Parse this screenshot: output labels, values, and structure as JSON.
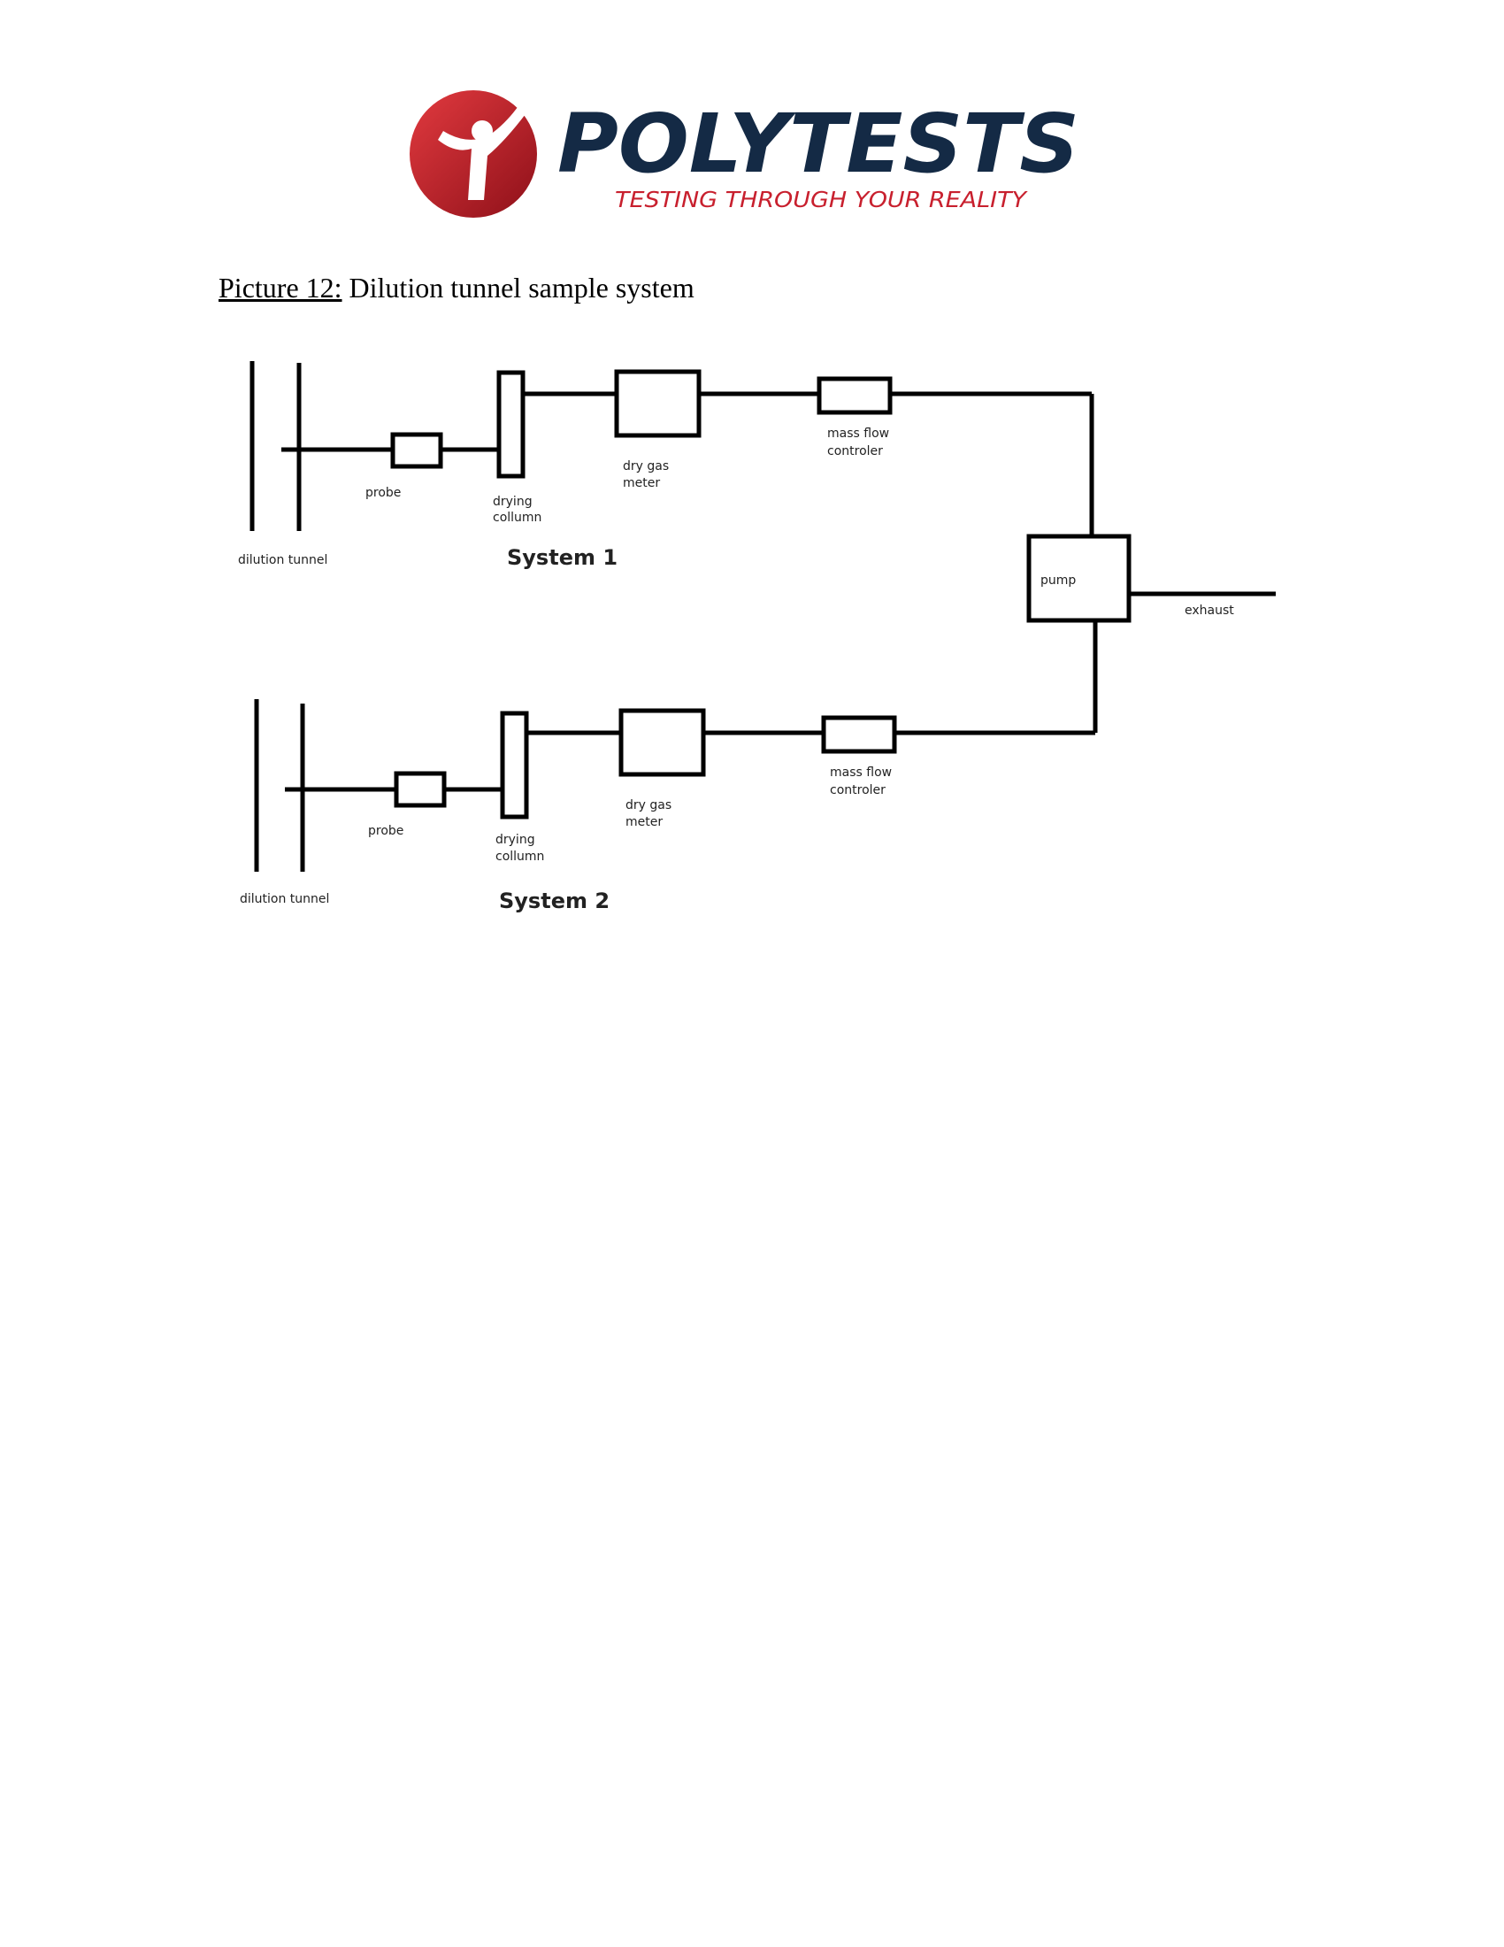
{
  "logo": {
    "brand": "POLYTESTS",
    "tagline": "TESTING THROUGH YOUR REALITY",
    "colors": {
      "red": "#c8202e",
      "navy": "#142a45"
    }
  },
  "caption": {
    "label": "Picture 12:",
    "text": " Dilution tunnel sample system"
  },
  "diagram": {
    "system1": {
      "title": "System 1",
      "dilution_tunnel": "dilution tunnel",
      "probe": "probe",
      "drying_1": "drying",
      "drying_2": "collumn",
      "meter_1": "dry gas",
      "meter_2": "meter",
      "mfc_1": "mass flow",
      "mfc_2": "controler"
    },
    "system2": {
      "title": "System 2",
      "dilution_tunnel": "dilution tunnel",
      "probe": "probe",
      "drying_1": "drying",
      "drying_2": "collumn",
      "meter_1": "dry gas",
      "meter_2": "meter",
      "mfc_1": "mass flow",
      "mfc_2": "controler"
    },
    "pump": "pump",
    "exhaust": "exhaust"
  }
}
